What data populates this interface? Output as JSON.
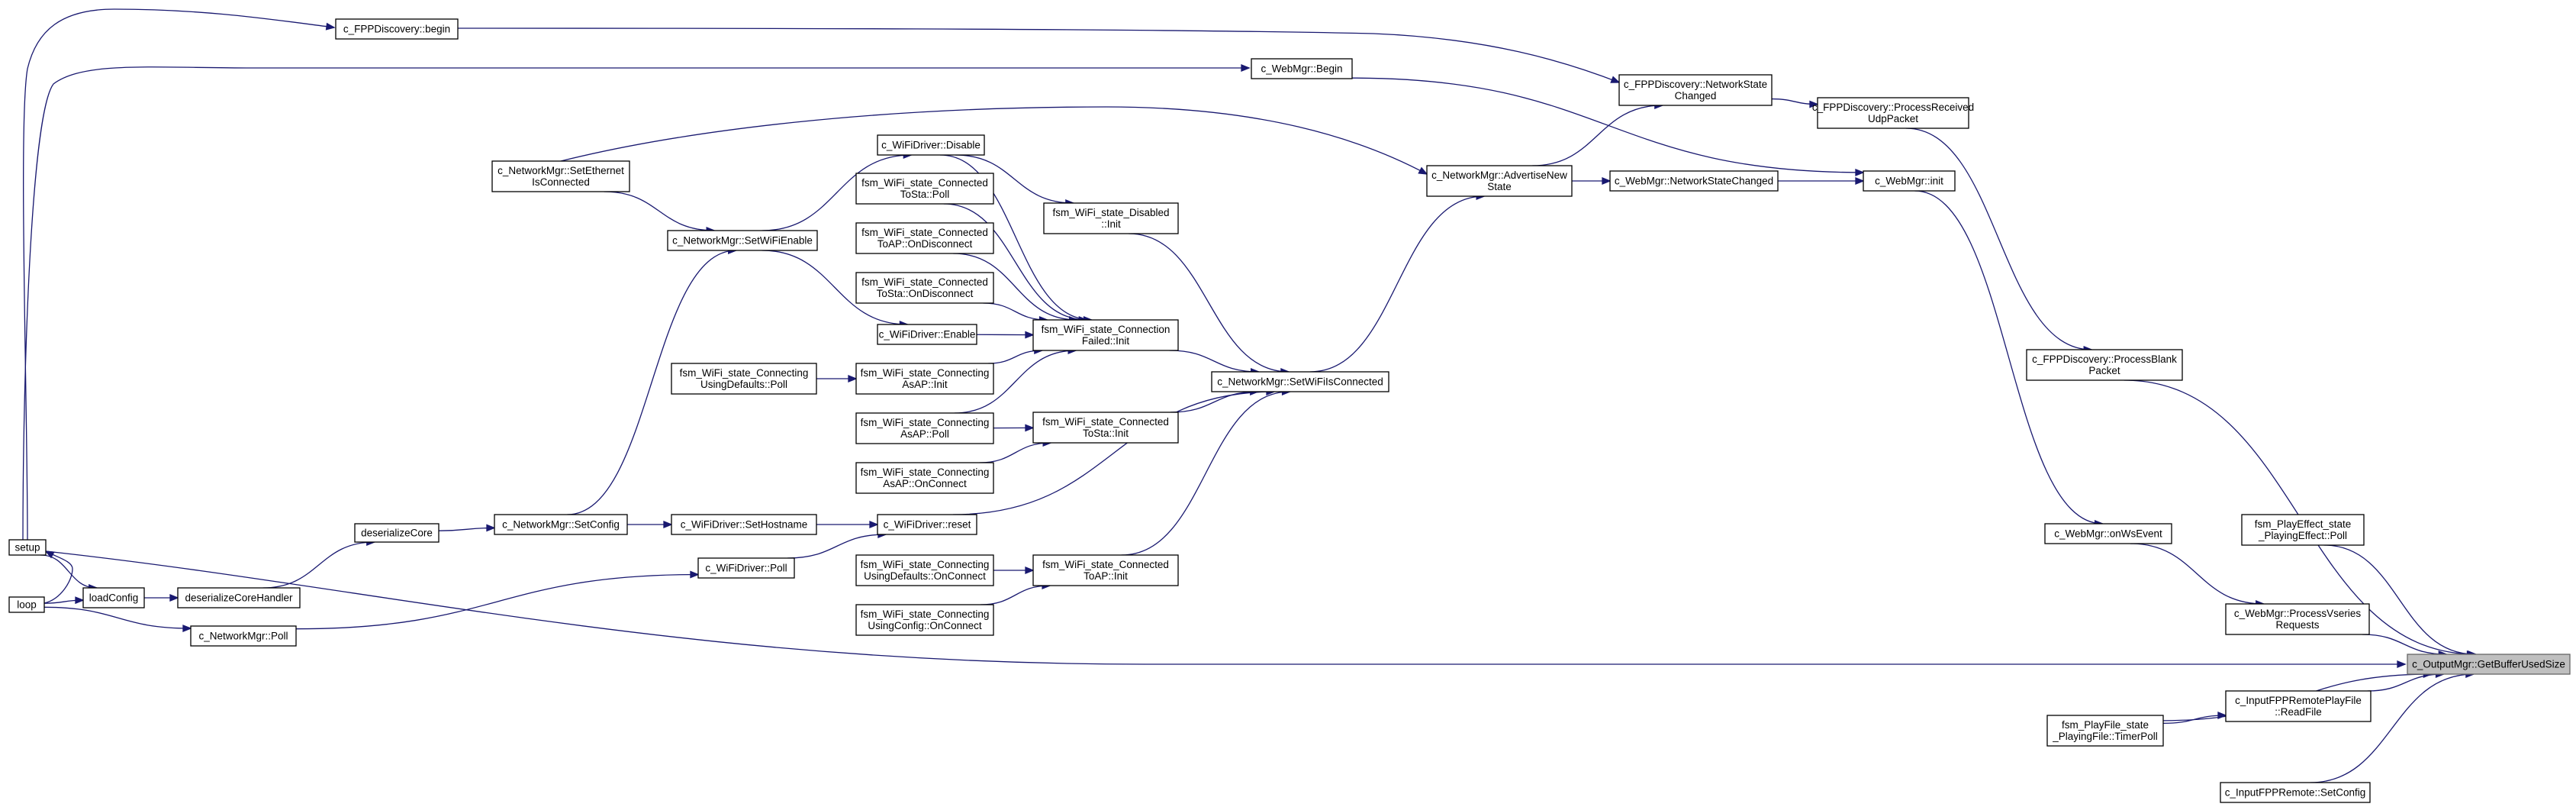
{
  "graph": {
    "nodes": [
      {
        "id": "setup",
        "label": [
          "setup"
        ]
      },
      {
        "id": "loop",
        "label": [
          "loop"
        ]
      },
      {
        "id": "loadConfig",
        "label": [
          "loadConfig"
        ]
      },
      {
        "id": "deserializeCoreHandler",
        "label": [
          "deserializeCoreHandler"
        ]
      },
      {
        "id": "deserializeCore",
        "label": [
          "deserializeCore"
        ]
      },
      {
        "id": "nm_poll",
        "label": [
          "c_NetworkMgr::Poll"
        ]
      },
      {
        "id": "nm_setconfig",
        "label": [
          "c_NetworkMgr::SetConfig"
        ]
      },
      {
        "id": "nm_seteth",
        "label": [
          "c_NetworkMgr::SetEthernet",
          "IsConnected"
        ]
      },
      {
        "id": "nm_setwifienable",
        "label": [
          "c_NetworkMgr::SetWiFiEnable"
        ]
      },
      {
        "id": "wd_sethostname",
        "label": [
          "c_WiFiDriver::SetHostname"
        ]
      },
      {
        "id": "wd_poll",
        "label": [
          "c_WiFiDriver::Poll"
        ]
      },
      {
        "id": "wd_reset",
        "label": [
          "c_WiFiDriver::reset"
        ]
      },
      {
        "id": "wd_disable",
        "label": [
          "c_WiFiDriver::Disable"
        ]
      },
      {
        "id": "wd_enable",
        "label": [
          "c_WiFiDriver::Enable"
        ]
      },
      {
        "id": "fsm_conn_tosta_poll",
        "label": [
          "fsm_WiFi_state_Connected",
          "ToSta::Poll"
        ]
      },
      {
        "id": "fsm_conn_toap_ondisc",
        "label": [
          "fsm_WiFi_state_Connected",
          "ToAP::OnDisconnect"
        ]
      },
      {
        "id": "fsm_conn_tosta_ondisc",
        "label": [
          "fsm_WiFi_state_Connected",
          "ToSta::OnDisconnect"
        ]
      },
      {
        "id": "fsm_cing_usingdefaults_poll",
        "label": [
          "fsm_WiFi_state_Connecting",
          "UsingDefaults::Poll"
        ]
      },
      {
        "id": "fsm_cing_asap_init",
        "label": [
          "fsm_WiFi_state_Connecting",
          "AsAP::Init"
        ]
      },
      {
        "id": "fsm_cing_asap_poll",
        "label": [
          "fsm_WiFi_state_Connecting",
          "AsAP::Poll"
        ]
      },
      {
        "id": "fsm_cing_asap_onconn",
        "label": [
          "fsm_WiFi_state_Connecting",
          "AsAP::OnConnect"
        ]
      },
      {
        "id": "fsm_cing_usingdefaults_onconn",
        "label": [
          "fsm_WiFi_state_Connecting",
          "UsingDefaults::OnConnect"
        ]
      },
      {
        "id": "fsm_cing_usingconfig_onconn",
        "label": [
          "fsm_WiFi_state_Connecting",
          "UsingConfig::OnConnect"
        ]
      },
      {
        "id": "fsm_disabled_init",
        "label": [
          "fsm_WiFi_state_Disabled",
          "::Init"
        ]
      },
      {
        "id": "fsm_connfailed_init",
        "label": [
          "fsm_WiFi_state_Connection",
          "Failed::Init"
        ]
      },
      {
        "id": "fsm_conn_tosta_init",
        "label": [
          "fsm_WiFi_state_Connected",
          "ToSta::Init"
        ]
      },
      {
        "id": "fsm_conn_toap_init",
        "label": [
          "fsm_WiFi_state_Connected",
          "ToAP::Init"
        ]
      },
      {
        "id": "nm_setwifiisconnected",
        "label": [
          "c_NetworkMgr::SetWiFiIsConnected"
        ]
      },
      {
        "id": "nm_advertise",
        "label": [
          "c_NetworkMgr::AdvertiseNew",
          "State"
        ]
      },
      {
        "id": "wm_netstatechanged",
        "label": [
          "c_WebMgr::NetworkStateChanged"
        ]
      },
      {
        "id": "wm_init",
        "label": [
          "c_WebMgr::init"
        ]
      },
      {
        "id": "wm_begin",
        "label": [
          "c_WebMgr::Begin"
        ]
      },
      {
        "id": "fppd_begin",
        "label": [
          "c_FPPDiscovery::begin"
        ]
      },
      {
        "id": "fppd_netstatechanged",
        "label": [
          "c_FPPDiscovery::NetworkState",
          "Changed"
        ]
      },
      {
        "id": "fppd_processudp",
        "label": [
          "c_FPPDiscovery::ProcessReceived",
          "UdpPacket"
        ]
      },
      {
        "id": "fppd_processblank",
        "label": [
          "c_FPPDiscovery::ProcessBlank",
          "Packet"
        ]
      },
      {
        "id": "wm_onwsevent",
        "label": [
          "c_WebMgr::onWsEvent"
        ]
      },
      {
        "id": "wm_processvseries",
        "label": [
          "c_WebMgr::ProcessVseries",
          "Requests"
        ]
      },
      {
        "id": "fsm_playeffect_poll",
        "label": [
          "fsm_PlayEffect_state",
          "_PlayingEffect::Poll"
        ]
      },
      {
        "id": "ifpp_readfile",
        "label": [
          "c_InputFPPRemotePlayFile",
          "::ReadFile"
        ]
      },
      {
        "id": "fsm_playfile_timerpoll",
        "label": [
          "fsm_PlayFile_state",
          "_PlayingFile::TimerPoll"
        ]
      },
      {
        "id": "ifpp_setconfig",
        "label": [
          "c_InputFPPRemote::SetConfig"
        ]
      },
      {
        "id": "om_getbufferusedsize",
        "label": [
          "c_OutputMgr::GetBufferUsedSize"
        ]
      }
    ],
    "edges": [
      [
        "loop",
        "setup"
      ],
      [
        "loop",
        "loadConfig"
      ],
      [
        "loop",
        "nm_poll"
      ],
      [
        "setup",
        "loadConfig"
      ],
      [
        "setup",
        "fppd_begin"
      ],
      [
        "setup",
        "wm_begin"
      ],
      [
        "setup",
        "om_getbufferusedsize"
      ],
      [
        "loadConfig",
        "deserializeCoreHandler"
      ],
      [
        "deserializeCoreHandler",
        "deserializeCore"
      ],
      [
        "deserializeCore",
        "nm_setconfig"
      ],
      [
        "nm_setconfig",
        "nm_setwifienable"
      ],
      [
        "nm_setconfig",
        "wd_sethostname"
      ],
      [
        "nm_poll",
        "wd_poll"
      ],
      [
        "wd_sethostname",
        "wd_reset"
      ],
      [
        "wd_poll",
        "wd_reset"
      ],
      [
        "nm_seteth",
        "nm_setwifienable"
      ],
      [
        "nm_seteth",
        "nm_advertise"
      ],
      [
        "nm_setwifienable",
        "wd_disable"
      ],
      [
        "nm_setwifienable",
        "wd_enable"
      ],
      [
        "wd_disable",
        "fsm_disabled_init"
      ],
      [
        "wd_disable",
        "fsm_connfailed_init"
      ],
      [
        "wd_enable",
        "fsm_connfailed_init"
      ],
      [
        "fsm_conn_tosta_poll",
        "fsm_connfailed_init"
      ],
      [
        "fsm_conn_toap_ondisc",
        "fsm_connfailed_init"
      ],
      [
        "fsm_conn_tosta_ondisc",
        "fsm_connfailed_init"
      ],
      [
        "fsm_cing_usingdefaults_poll",
        "fsm_cing_asap_init"
      ],
      [
        "fsm_cing_asap_init",
        "fsm_connfailed_init"
      ],
      [
        "fsm_cing_asap_poll",
        "fsm_connfailed_init"
      ],
      [
        "fsm_cing_asap_poll",
        "fsm_conn_tosta_init"
      ],
      [
        "fsm_cing_asap_onconn",
        "fsm_conn_tosta_init"
      ],
      [
        "fsm_cing_usingdefaults_onconn",
        "fsm_conn_toap_init"
      ],
      [
        "fsm_cing_usingconfig_onconn",
        "fsm_conn_toap_init"
      ],
      [
        "fsm_disabled_init",
        "nm_setwifiisconnected"
      ],
      [
        "fsm_connfailed_init",
        "nm_setwifiisconnected"
      ],
      [
        "fsm_conn_tosta_init",
        "nm_setwifiisconnected"
      ],
      [
        "fsm_conn_toap_init",
        "nm_setwifiisconnected"
      ],
      [
        "wd_reset",
        "nm_setwifiisconnected"
      ],
      [
        "nm_setwifiisconnected",
        "nm_advertise"
      ],
      [
        "nm_advertise",
        "fppd_netstatechanged"
      ],
      [
        "nm_advertise",
        "wm_netstatechanged"
      ],
      [
        "wm_netstatechanged",
        "wm_init"
      ],
      [
        "wm_begin",
        "wm_init"
      ],
      [
        "fppd_begin",
        "fppd_netstatechanged"
      ],
      [
        "fppd_netstatechanged",
        "fppd_processudp"
      ],
      [
        "fppd_processudp",
        "fppd_processblank"
      ],
      [
        "fppd_processblank",
        "om_getbufferusedsize"
      ],
      [
        "wm_init",
        "wm_onwsevent"
      ],
      [
        "wm_onwsevent",
        "wm_processvseries"
      ],
      [
        "wm_processvseries",
        "om_getbufferusedsize"
      ],
      [
        "fsm_playeffect_poll",
        "om_getbufferusedsize"
      ],
      [
        "ifpp_readfile",
        "om_getbufferusedsize"
      ],
      [
        "fsm_playfile_timerpoll",
        "ifpp_readfile"
      ],
      [
        "fsm_playfile_timerpoll",
        "om_getbufferusedsize"
      ],
      [
        "ifpp_setconfig",
        "om_getbufferusedsize"
      ]
    ]
  }
}
